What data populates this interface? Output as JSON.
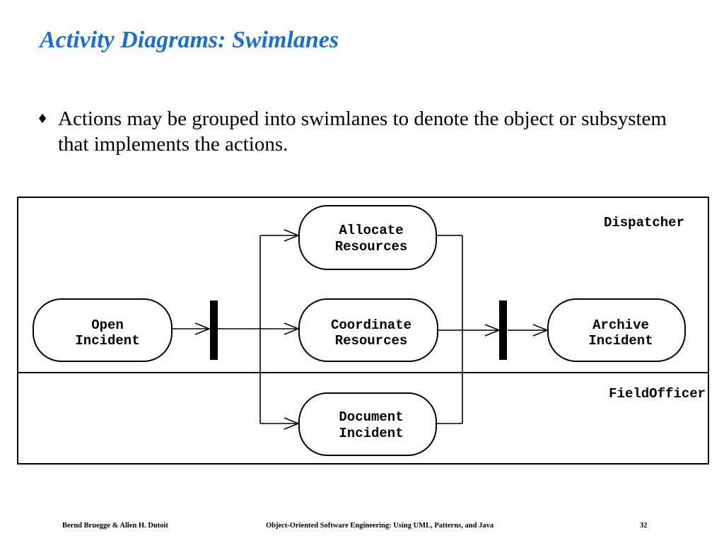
{
  "title": "Activity Diagrams: Swimlanes",
  "bullet": {
    "mark": "♦",
    "text": "Actions may be grouped into swimlanes to denote the object or subsystem that implements the actions."
  },
  "diagram": {
    "swimlanes": [
      {
        "label": "Dispatcher"
      },
      {
        "label": "FieldOfficer"
      }
    ],
    "actions": {
      "open_incident": {
        "line1": "Open",
        "line2": "Incident"
      },
      "allocate_resources": {
        "line1": "Allocate",
        "line2": "Resources"
      },
      "coordinate_resources": {
        "line1": "Coordinate",
        "line2": "Resources"
      },
      "document_incident": {
        "line1": "Document",
        "line2": "Incident"
      },
      "archive_incident": {
        "line1": "Archive",
        "line2": "Incident"
      }
    }
  },
  "footer": {
    "authors": "Bernd Bruegge & Allen H. Dutoit",
    "book": "Object-Oriented Software Engineering: Using UML, Patterns, and Java",
    "page": "32"
  }
}
